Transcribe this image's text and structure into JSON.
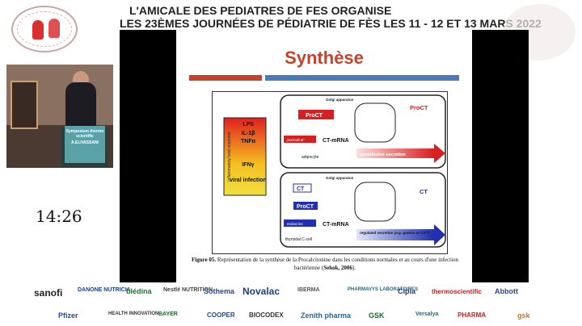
{
  "header": {
    "line1": "L'AMICALE DES PEDIATRES DE FES ORGANISE",
    "line2": "LES 23ÈMES JOURNÉES DE PÉDIATRIE DE FÈS LES 11 - 12 ET 13 MARS 2022"
  },
  "video": {
    "podium_text": "Symposium thermo scientific",
    "podium_sub": "A.ELHASSANI"
  },
  "clock": "14:26",
  "slide": {
    "title": "Synthèse",
    "diagram": {
      "top": {
        "golgi": "Golgi apparatus",
        "procт": "ProCT",
        "hormoline": "„hormoline\"",
        "ct_mrna": "CT-mRNA",
        "cell": "adipocyte",
        "secretion": "constitutive secretion",
        "proct_label": "ProCT"
      },
      "bottom": {
        "golgi": "Golgi apparatus",
        "ct": "CT",
        "proct": "ProCT",
        "endocrine": "endocrine",
        "ct_mrna": "CT-mRNA",
        "cell": "thyroidal C-cell",
        "secretion": "regulated secretion (e.g. gastrin or Ca²⁺)",
        "ct_label": "CT"
      },
      "left_box": {
        "side": "inflammatory host response",
        "lps": "LPS",
        "il": "IL-1β",
        "tnf": "TNFα",
        "ifn": "IFNγ",
        "viral": "viral infection"
      }
    },
    "caption_bold": "Figure 05.",
    "caption_text": " Représentation de la synthèse de la Procalcitonine dans les conditions normales et au cours d'une infection bactérienne (",
    "caption_ref": "Sehok, 2006",
    "caption_end": ")."
  },
  "sponsors": {
    "row1": [
      "sanofi",
      "DANONE NUTRICIA",
      "blédina",
      "Nestlé NUTRITION",
      "Sothema",
      "Novalac",
      "IBERMA",
      "PHARMAVYS LABORATOIRES",
      "Cipla",
      "thermoscientific",
      "Abbott"
    ],
    "row2": [
      "Pfizer",
      "HEALTH INNOVATION",
      "BAYER",
      "COOPER",
      "BIOCODEX",
      "Zenith pharma",
      "GSK",
      "Versalya",
      "PHARMA",
      "gsk"
    ]
  },
  "colors": {
    "title_red": "#c8412a",
    "bar_blue": "#4a7ab8",
    "proct_red": "#d42020",
    "ct_blue": "#2030b0"
  }
}
